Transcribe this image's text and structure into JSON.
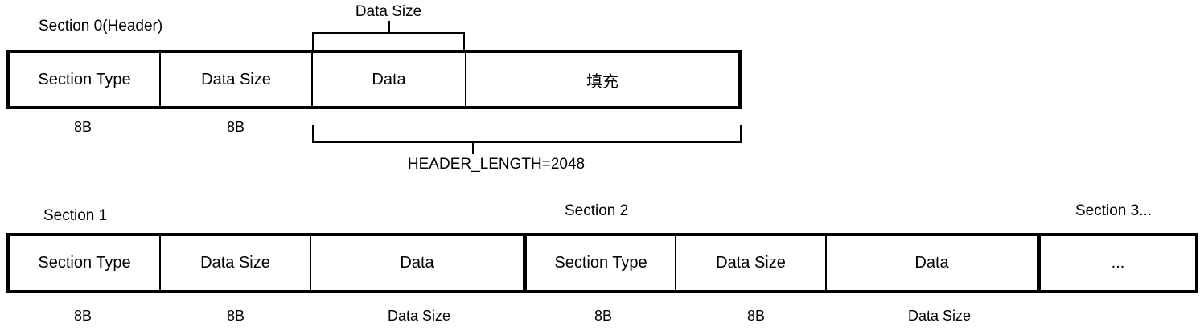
{
  "diagram": {
    "title": "Binary section file format layout",
    "colors": {
      "stroke": "#000000",
      "background": "#ffffff",
      "text": "#000000"
    },
    "row0": {
      "section_label": "Section 0(Header)",
      "cells": [
        {
          "label": "Section Type",
          "size_label": "8B"
        },
        {
          "label": "Data Size",
          "size_label": "8B"
        },
        {
          "label": "Data",
          "size_label": ""
        },
        {
          "label": "填充",
          "size_label": ""
        }
      ],
      "top_bracket_label": "Data Size",
      "bottom_bracket_label": "HEADER_LENGTH=2048"
    },
    "row1": {
      "section_labels": [
        "Section 1",
        "Section 2",
        "Section 3..."
      ],
      "cells": [
        {
          "label": "Section Type",
          "size_label": "8B"
        },
        {
          "label": "Data Size",
          "size_label": "8B"
        },
        {
          "label": "Data",
          "size_label": "Data Size"
        },
        {
          "label": "Section Type",
          "size_label": "8B"
        },
        {
          "label": "Data Size",
          "size_label": "8B"
        },
        {
          "label": "Data",
          "size_label": "Data Size"
        },
        {
          "label": "...",
          "size_label": ""
        }
      ]
    }
  }
}
